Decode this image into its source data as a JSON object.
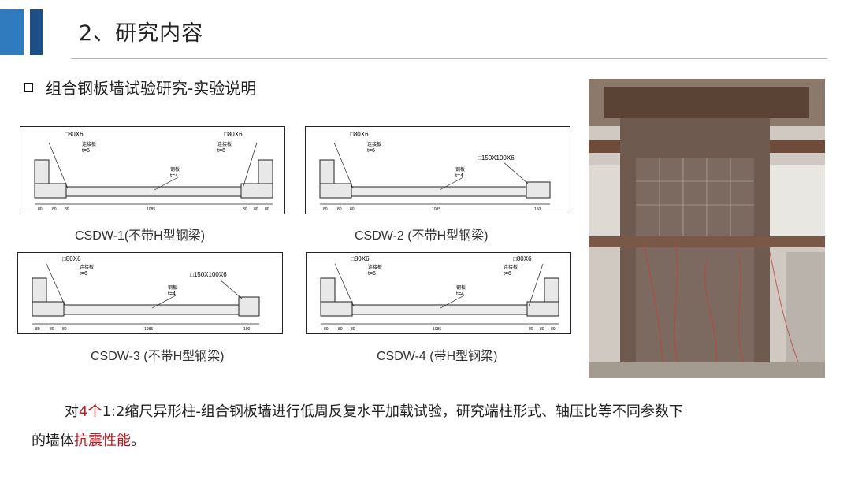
{
  "header": {
    "title": "2、研究内容"
  },
  "section": {
    "title": "组合钢板墙试验研究-实验说明"
  },
  "specimens": [
    {
      "caption": "CSDW-1(不带H型钢梁)",
      "labels": {
        "left_col": "□80X6",
        "right_col": "□80X6",
        "rib_left": "连接板",
        "rib_left_t": "t=6",
        "rib_right": "连接板",
        "rib_right_t": "t=6",
        "web": "钢板",
        "web_t": "t=4"
      },
      "dims": [
        "80",
        "80",
        "80",
        "1085",
        "80",
        "80",
        "80"
      ]
    },
    {
      "caption": "CSDW-2 (不带H型钢梁)",
      "labels": {
        "left_col": "□80X6",
        "right_col": "□150X100X6",
        "rib_left": "连接板",
        "rib_left_t": "t=6",
        "web": "钢板",
        "web_t": "t=4"
      },
      "dims": [
        "80",
        "80",
        "80",
        "1085",
        "150"
      ]
    },
    {
      "caption": "CSDW-3 (不带H型钢梁)",
      "labels": {
        "left_col": "□80X6",
        "right_col": "□150X100X6",
        "rib_left": "连接板",
        "rib_left_t": "t=6",
        "web": "钢板",
        "web_t": "t=4"
      },
      "dims": [
        "80",
        "80",
        "80",
        "1085",
        "100"
      ]
    },
    {
      "caption": "CSDW-4 (带H型钢梁)",
      "labels": {
        "left_col": "□80X6",
        "right_col": "□80X6",
        "rib_left": "连接板",
        "rib_left_t": "t=6",
        "rib_right": "连接板",
        "rib_right_t": "t=6",
        "web": "钢板",
        "web_t": "t=4"
      },
      "dims": [
        "80",
        "80",
        "80",
        "1085",
        "80",
        "80",
        "80"
      ]
    }
  ],
  "paragraph": {
    "p1": "对",
    "h1": "4个",
    "p2": "1:2缩尺异形柱-组合钢板墙进行低周反复水平加载试验，研究端柱形式、轴压比等不同参数下",
    "p3": "的墙体",
    "h2": "抗震性能",
    "p4": "。"
  }
}
